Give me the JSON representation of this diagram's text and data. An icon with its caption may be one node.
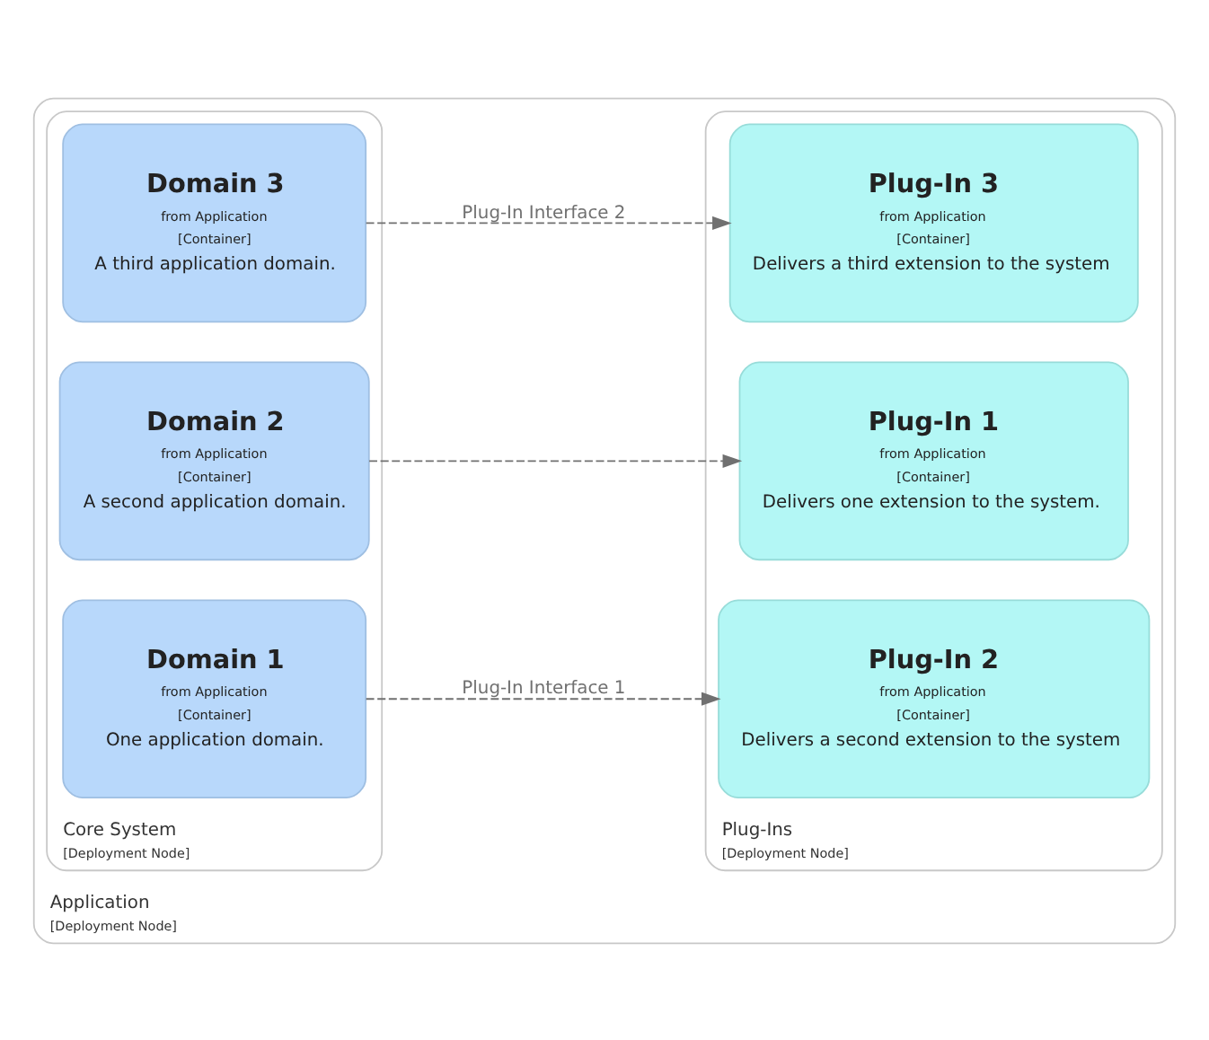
{
  "diagram": {
    "nodes": [
      {
        "text": [
          "Application",
          "[Deployment Node]"
        ]
      },
      {
        "text": [
          "Core System",
          "[Deployment Node]"
        ],
        "in": 0
      },
      {
        "text": [
          "Domain 1",
          "from Application",
          "[Container]",
          "One application domain."
        ],
        "in": 1
      },
      {
        "text": [
          "Domain 2",
          "from Application",
          "[Container]",
          "A second application domain."
        ],
        "in": 1
      },
      {
        "text": [
          "Domain 3",
          "from Application",
          "[Container]",
          "A third application domain."
        ],
        "in": 1
      },
      {
        "text": [
          "Plug-Ins",
          "[Deployment Node]"
        ],
        "in": 0
      },
      {
        "text": [
          "Plug-In 1",
          "from Application",
          "[Container]",
          "Delivers one extension to the system."
        ],
        "in": 5
      },
      {
        "text": [
          "Plug-In 2",
          "from Application",
          "[Container]",
          "Delivers a second extension to the system"
        ],
        "in": 5
      },
      {
        "text": [
          "Plug-In 3",
          "from Application",
          "[Container]",
          "Delivers a third extension to the system"
        ],
        "in": 5
      }
    ],
    "edges": [
      {
        "from": 2,
        "to": 7,
        "arrow": "to",
        "label": "Plug-In Interface 1",
        "style": "dashed"
      },
      {
        "from": 3,
        "to": 6,
        "arrow": "to",
        "style": "dashed"
      },
      {
        "from": 4,
        "to": 8,
        "arrow": "to",
        "label": "Plug-In Interface 2",
        "style": "dashed"
      }
    ]
  }
}
